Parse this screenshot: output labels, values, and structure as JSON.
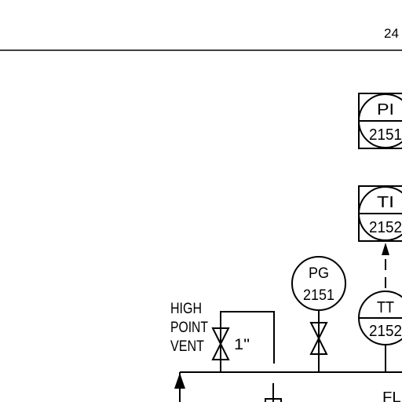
{
  "header": {
    "sheet_number": "24"
  },
  "instruments": {
    "pi": {
      "tag": "PI",
      "number": "2151"
    },
    "ti": {
      "tag": "TI",
      "number": "2152"
    },
    "pg": {
      "tag": "PG",
      "number": "2151"
    },
    "tt": {
      "tag": "TT",
      "number": "2152"
    }
  },
  "vent": {
    "line1": "HIGH",
    "line2": "POINT",
    "line3": "VENT",
    "size": "1\""
  },
  "partial_label": "FLF"
}
